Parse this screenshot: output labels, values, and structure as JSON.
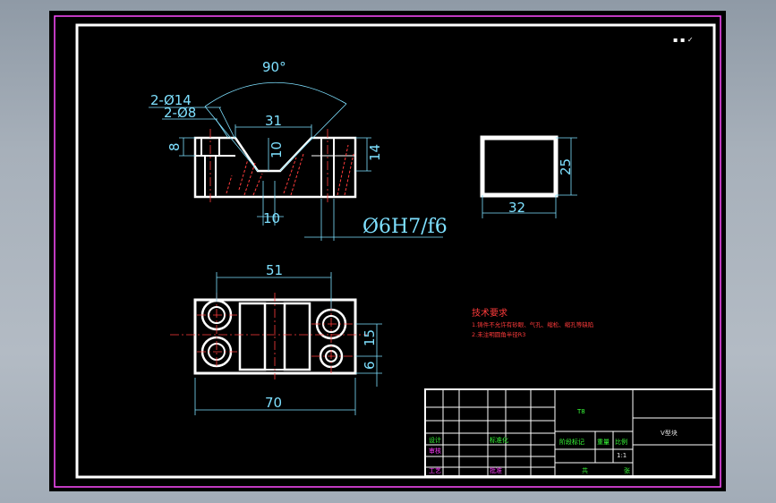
{
  "front_view": {
    "angle_dim": "90°",
    "hole_dim_1": "2-Ø14",
    "hole_dim_2": "2-Ø8",
    "top_width_dim": "31",
    "v_depth_dim": "10",
    "left_height_dim": "8",
    "right_height_dim": "14",
    "bottom_width_dim": "10",
    "fit_dim": "Ø6H7/f6"
  },
  "side_view": {
    "height_dim": "25",
    "width_dim": "32"
  },
  "top_view": {
    "inner_width_dim": "51",
    "overall_width_dim": "70",
    "hole_spacing_dim": "15",
    "hole_offset_dim": "6"
  },
  "tech_requirements": {
    "heading": "技术要求",
    "line1": "1.铸件不允许有砂眼、气孔、缩松、缩孔等缺陷",
    "line2": "2.未注明圆角半径R3"
  },
  "roughness_note": "▪ ▪ ✓",
  "title_block": {
    "material": "T8",
    "part_name": "V型块",
    "design_label": "设计",
    "standard_label": "标准化",
    "check_label": "审核",
    "process_label": "工艺",
    "approve_label": "批准",
    "stage_label": "阶段标记",
    "weight_label": "重量",
    "scale_label": "比例",
    "scale_value": "1:1",
    "sheet_label": "共",
    "sheet_of_label": "张"
  }
}
